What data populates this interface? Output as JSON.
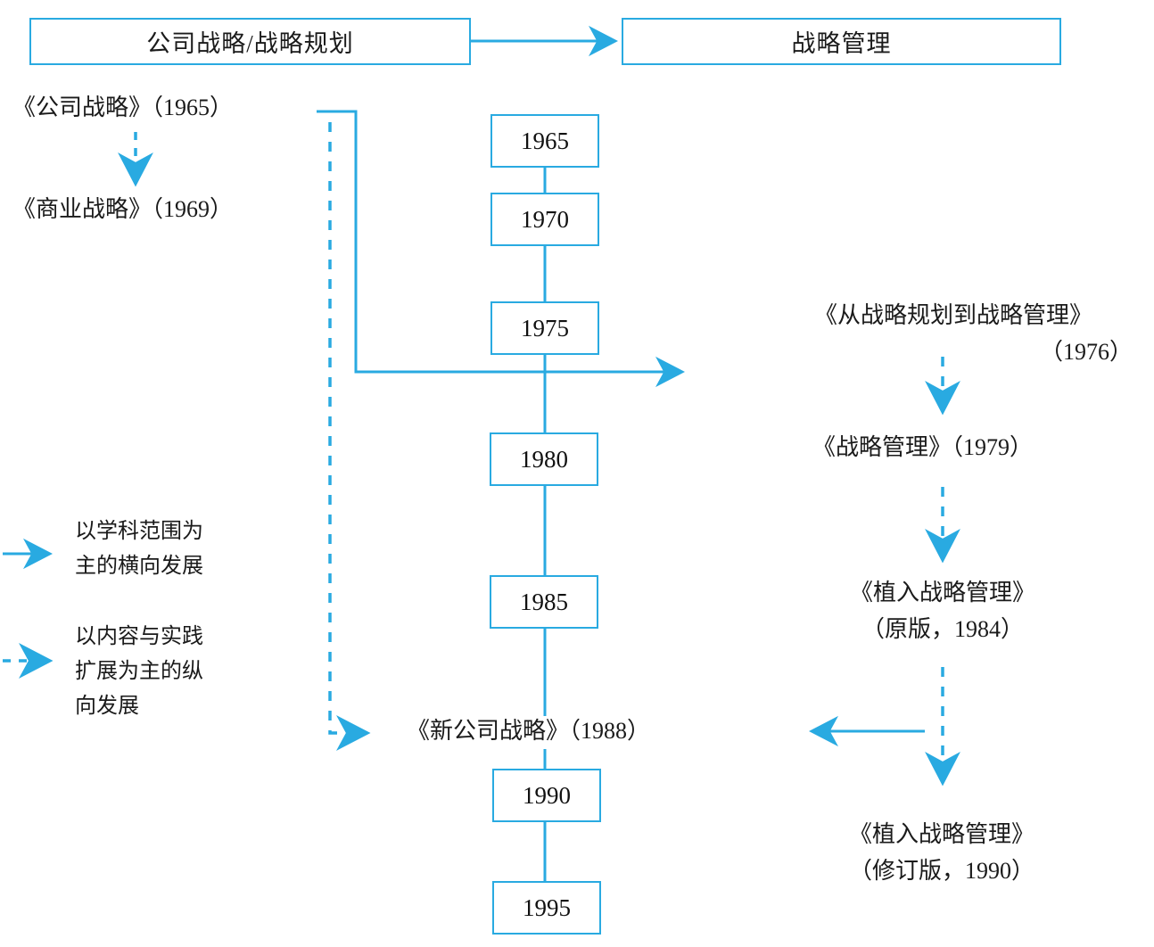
{
  "meta": {
    "accent_color": "#29AAE1",
    "text_color": "#1a1a1a",
    "background": "#ffffff"
  },
  "header": {
    "left_box": "公司战略/战略规划",
    "right_box": "战略管理"
  },
  "timeline": {
    "years": [
      "1965",
      "1970",
      "1975",
      "1980",
      "1985",
      "1990",
      "1995"
    ]
  },
  "left_column": {
    "item_1": "《公司战略》（1965）",
    "item_2": "《商业战略》（1969）"
  },
  "right_column": {
    "item_1_line_1": "《从战略规划到战略管理》",
    "item_1_line_2": "（1976）",
    "item_2": "《战略管理》（1979）",
    "item_3_line_1": "《植入战略管理》",
    "item_3_line_2": "（原版，1984）",
    "item_4_line_1": "《植入战略管理》",
    "item_4_line_2": "（修订版，1990）"
  },
  "center_label": {
    "item_1988": "《新公司战略》（1988）"
  },
  "legend": {
    "solid": {
      "line_1": "以学科范围为",
      "line_2": "主的横向发展"
    },
    "dashed": {
      "line_1": "以内容与实践",
      "line_2": "扩展为主的纵",
      "line_3": "向发展"
    }
  }
}
